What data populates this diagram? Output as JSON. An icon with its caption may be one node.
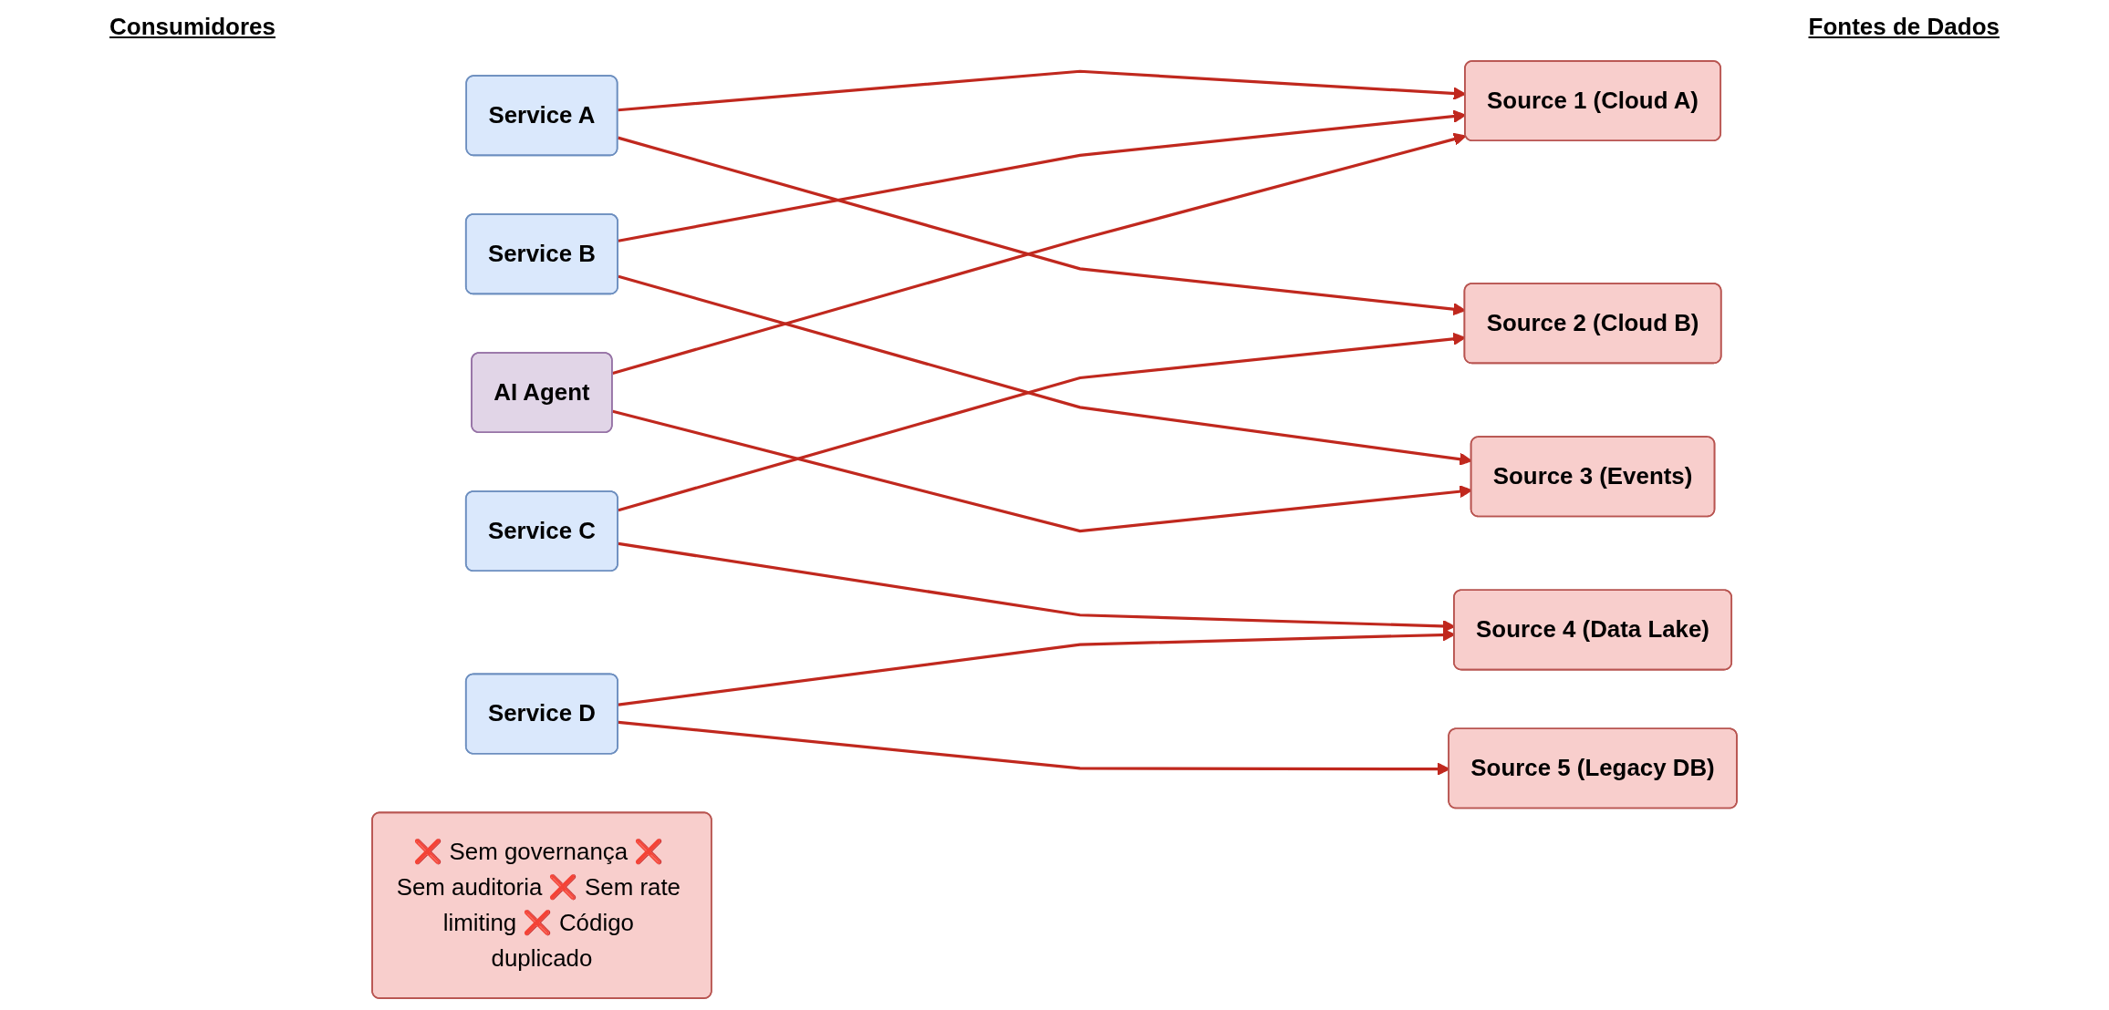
{
  "diagram": {
    "nodes": [
      {
        "text": [
          "Service A"
        ]
      },
      {
        "text": [
          "Service B"
        ]
      },
      {
        "text": [
          "Service C"
        ]
      },
      {
        "text": [
          "AI Agent"
        ]
      },
      {
        "text": [
          "Service D"
        ]
      },
      {
        "text": [
          "Source 1 (Cloud A)"
        ]
      },
      {
        "text": [
          "Source 2 (Cloud B)"
        ]
      },
      {
        "text": [
          "Source 3 (Events)"
        ]
      },
      {
        "text": [
          "Source 4 (Data Lake)"
        ]
      },
      {
        "text": [
          "Source 5 (Legacy DB)"
        ]
      },
      {
        "text": [
          "❌ Sem governança ❌ Sem auditoria ❌ Sem rate limiting ❌ Código duplicado"
        ]
      }
    ],
    "edges": [
      {
        "from": 0,
        "to": 5,
        "arrow": "to"
      },
      {
        "from": 0,
        "to": 6,
        "arrow": "to"
      },
      {
        "from": 1,
        "to": 5,
        "arrow": "to"
      },
      {
        "from": 1,
        "to": 7,
        "arrow": "to"
      },
      {
        "from": 2,
        "to": 6,
        "arrow": "to"
      },
      {
        "from": 2,
        "to": 8,
        "arrow": "to"
      },
      {
        "from": 3,
        "to": 5,
        "arrow": "to"
      },
      {
        "from": 3,
        "to": 7,
        "arrow": "to"
      },
      {
        "from": 4,
        "to": 8,
        "arrow": "to"
      },
      {
        "from": 4,
        "to": 9,
        "arrow": "to"
      }
    ],
    "labels": [
      "Consumidores",
      "Fontes de Dados"
    ]
  }
}
